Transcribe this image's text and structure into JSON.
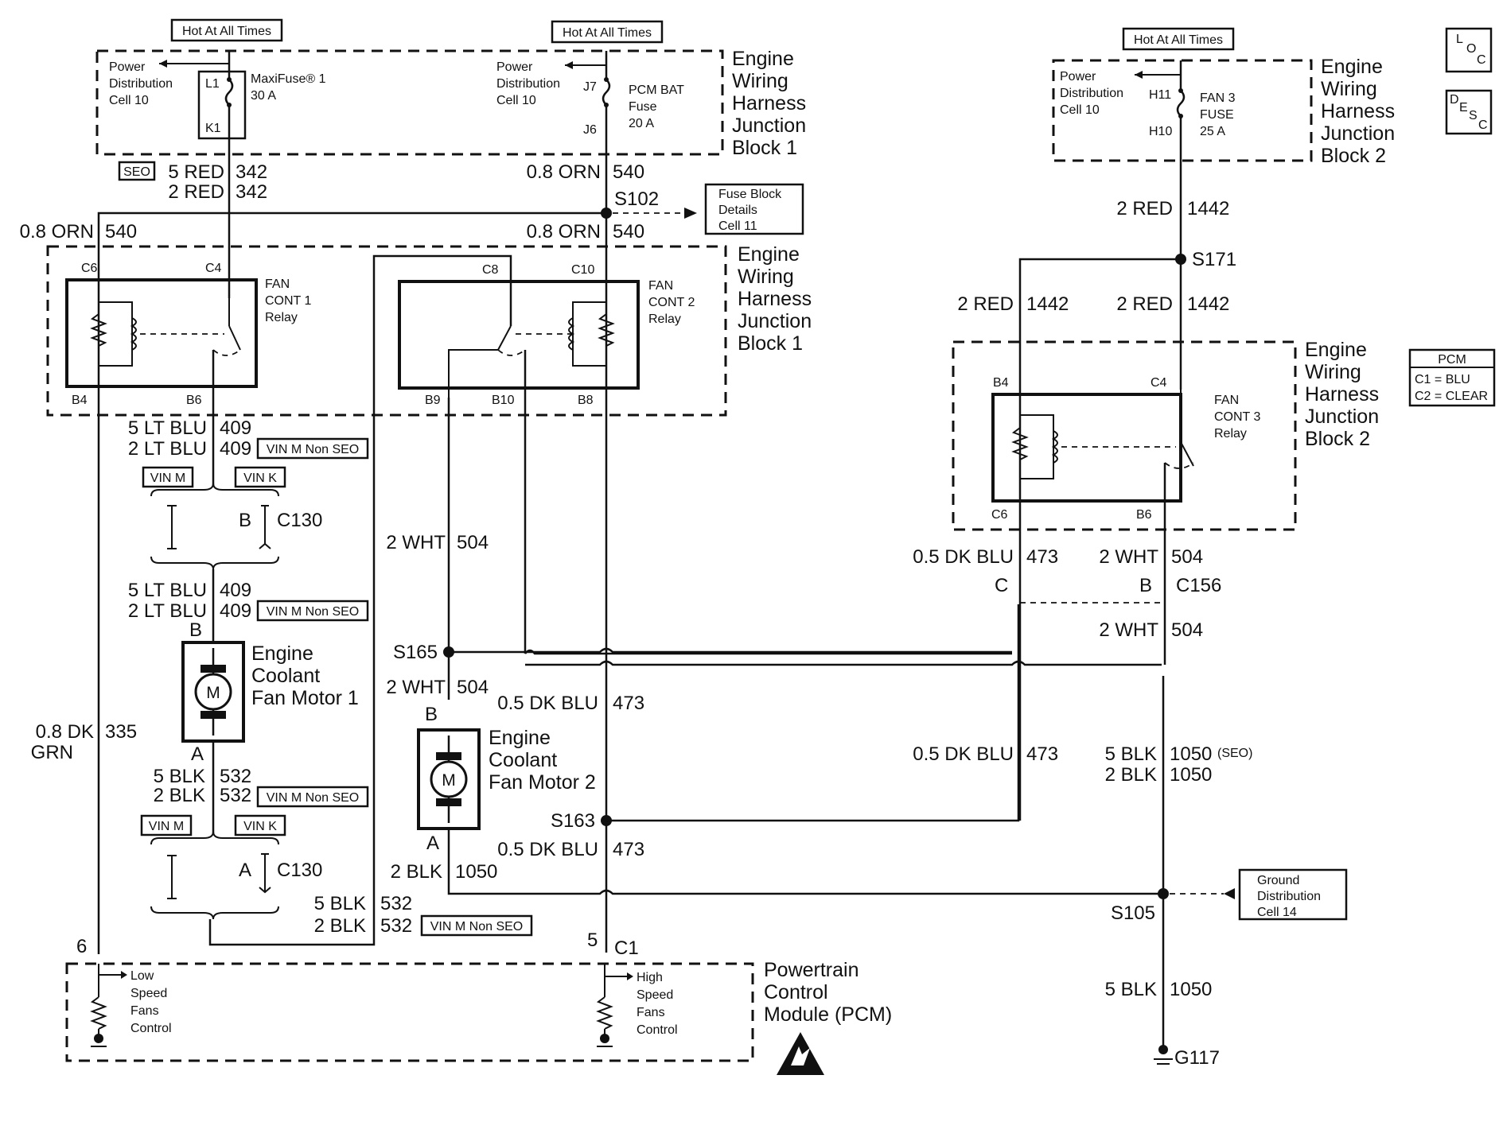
{
  "top_tags": [
    "Hot At All Times",
    "Hot At All Times",
    "Hot At All Times"
  ],
  "power_dist": {
    "line1": "Power",
    "line2": "Distribution",
    "line3": "Cell 10"
  },
  "maxifuse": {
    "name": "MaxiFuse® 1",
    "rating": "30 A",
    "pin_a": "L1",
    "pin_b": "K1"
  },
  "pcm_bat_fuse": {
    "line1": "PCM BAT",
    "line2": "Fuse",
    "line3": "20 A",
    "pin_a": "J7",
    "pin_b": "J6"
  },
  "fan3_fuse": {
    "line1": "FAN 3",
    "line2": "FUSE",
    "line3": "25 A",
    "pin_a": "H11",
    "pin_b": "H10"
  },
  "ewhjb1": [
    "Engine",
    "Wiring",
    "Harness",
    "Junction",
    "Block 1"
  ],
  "ewhjb2": [
    "Engine",
    "Wiring",
    "Harness",
    "Junction",
    "Block 2"
  ],
  "loc_tag": {
    "l": "L",
    "o": "O",
    "c": "C"
  },
  "desc_tag": {
    "d": "D",
    "e": "E",
    "s": "S",
    "c": "C"
  },
  "pcm_legend": {
    "title": "PCM",
    "c1": "C1 = BLU",
    "c2": "C2 = CLEAR"
  },
  "fuse_block_details": [
    "Fuse Block",
    "Details",
    "Cell 11"
  ],
  "ground_distribution": [
    "Ground",
    "Distribution",
    "Cell 14"
  ],
  "seo_tag": "SEO",
  "relay1": [
    "FAN",
    "CONT 1",
    "Relay"
  ],
  "relay2": [
    "FAN",
    "CONT 2",
    "Relay"
  ],
  "relay3": [
    "FAN",
    "CONT 3",
    "Relay"
  ],
  "pins": {
    "c6": "C6",
    "c4": "C4",
    "c8": "C8",
    "c10": "C10",
    "b4": "B4",
    "b6": "B6",
    "b9": "B9",
    "b10": "B10",
    "b8": "B8",
    "c6b": "C6",
    "b6b": "B6",
    "b4b": "B4",
    "c4b": "C4"
  },
  "wires": {
    "red5_342": [
      "5 RED",
      "342"
    ],
    "red2_342": [
      "2 RED",
      "342"
    ],
    "orn_540_a": [
      "0.8 ORN",
      "540"
    ],
    "orn_540_b": [
      "0.8 ORN",
      "540"
    ],
    "orn_540_c": [
      "0.8 ORN",
      "540"
    ],
    "ltblu5_409_a": [
      "5 LT BLU",
      "409"
    ],
    "ltblu2_409_a": [
      "2 LT BLU",
      "409"
    ],
    "ltblu5_409_b": [
      "5 LT BLU",
      "409"
    ],
    "ltblu2_409_b": [
      "2 LT BLU",
      "409"
    ],
    "dkgrn_335": [
      "0.8 DK",
      "GRN",
      "335"
    ],
    "blk5_532_a": [
      "5 BLK",
      "532"
    ],
    "blk2_532_a": [
      "2 BLK",
      "532"
    ],
    "blk5_532_b": [
      "5 BLK",
      "532"
    ],
    "blk2_532_b": [
      "2 BLK",
      "532"
    ],
    "wht_504_a": [
      "2 WHT",
      "504"
    ],
    "wht_504_b": [
      "2 WHT",
      "504"
    ],
    "wht_504_c": [
      "2 WHT",
      "504"
    ],
    "wht_504_d": [
      "2 WHT",
      "504"
    ],
    "dkblu_473_a": [
      "0.5 DK BLU",
      "473"
    ],
    "dkblu_473_b": [
      "0.5 DK BLU",
      "473"
    ],
    "dkblu_473_c": [
      "0.5 DK BLU",
      "473"
    ],
    "dkblu_473_d": [
      "0.5 DK BLU",
      "473"
    ],
    "blk2_1050_a": [
      "2 BLK",
      "1050"
    ],
    "blk5_1050_b": [
      "5 BLK",
      "1050",
      "(SEO)"
    ],
    "blk2_1050_b": [
      "2 BLK",
      "1050"
    ],
    "blk5_1050_c": [
      "5 BLK",
      "1050"
    ],
    "red2_1442_a": [
      "2 RED",
      "1442"
    ],
    "red2_1442_b": [
      "2 RED",
      "1442"
    ],
    "red2_1442_c": [
      "2 RED",
      "1442"
    ]
  },
  "vin_tags": {
    "vin_m": "VIN M",
    "vin_k": "VIN K",
    "non_seo": "VIN M Non SEO"
  },
  "splices": {
    "s102": "S102",
    "s171": "S171",
    "s165": "S165",
    "s163": "S163",
    "s105": "S105"
  },
  "connectors": {
    "c130": "C130",
    "c156": "C156",
    "c1": "C1",
    "b": "B",
    "a": "A",
    "c": "C",
    "six": "6",
    "five": "5"
  },
  "motor1": [
    "Engine",
    "Coolant",
    "Fan Motor 1"
  ],
  "motor2": [
    "Engine",
    "Coolant",
    "Fan Motor 2"
  ],
  "motor_letter": "M",
  "pcm_module": [
    "Powertrain",
    "Control",
    "Module (PCM)"
  ],
  "low_speed": [
    "Low",
    "Speed",
    "Fans",
    "Control"
  ],
  "high_speed": [
    "High",
    "Speed",
    "Fans",
    "Control"
  ],
  "ground": "G117"
}
